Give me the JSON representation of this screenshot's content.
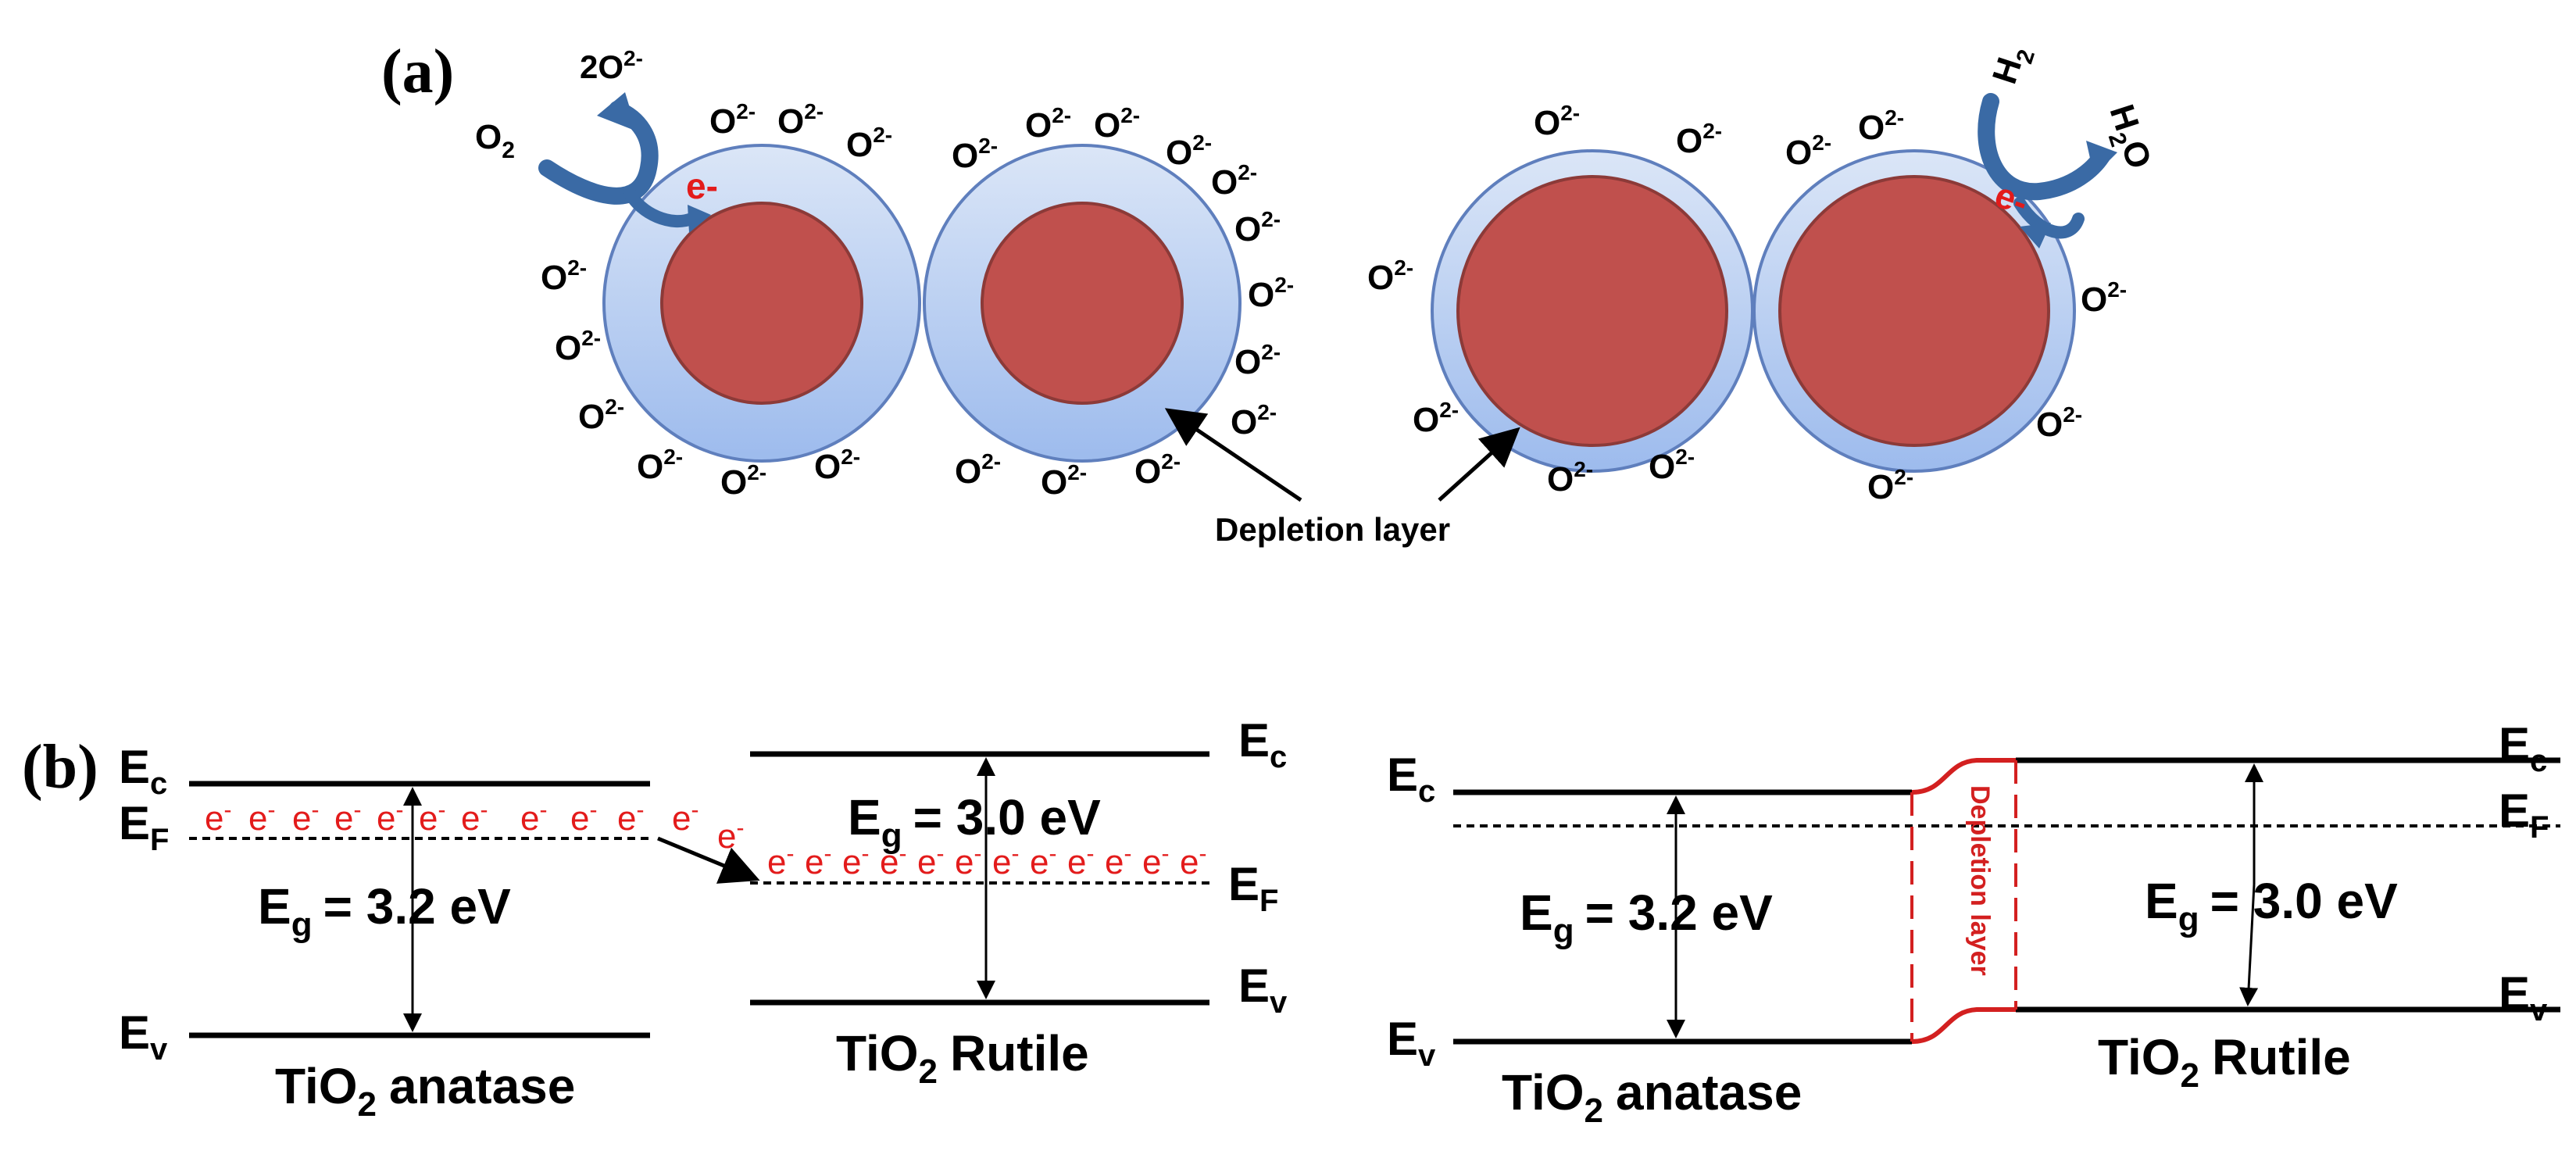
{
  "panel_a": {
    "label": "(a)",
    "ion_label": "O",
    "ion_charge": "2-",
    "electron_label": "e-",
    "reaction_left": {
      "reactant_main": "O",
      "reactant_sub": "2",
      "product_main": "2O",
      "product_sup": "2-"
    },
    "reaction_right": {
      "reactant_main": "H",
      "reactant_sub": "2",
      "product_h": "H",
      "product_sub": "2",
      "product_o": "O"
    },
    "depletion_label": "Depletion layer"
  },
  "panel_b": {
    "label": "(b)",
    "electron_symbol": "e",
    "electron_sup": "-",
    "energy": {
      "E": "E",
      "c": "c",
      "F": "F",
      "v": "v",
      "g": "g"
    },
    "anatase": {
      "gap": "= 3.2 eV",
      "name_main": "TiO",
      "name_sub": "2",
      "name_rest": "anatase"
    },
    "rutile": {
      "gap": "= 3.0 eV",
      "name_main": "TiO",
      "name_sub": "2",
      "name_rest": "Rutile"
    },
    "depletion_label": "Depletion layer"
  },
  "colors": {
    "core": "#c0504d",
    "core_edge": "#8c3a38",
    "shell_top": "#dbe6f7",
    "shell_bottom": "#9dbbed",
    "shell_edge": "#5f7fbd",
    "arrow_blue": "#3a6aa5",
    "electron_red": "#e31b1b",
    "depletion_red": "#d32020",
    "line": "#000000"
  }
}
